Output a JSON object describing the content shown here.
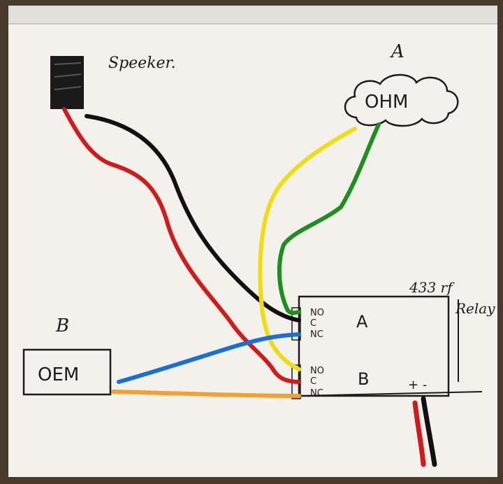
{
  "labels": {
    "speaker": "Speeker.",
    "a_top": "A",
    "ohm": "OHM",
    "b_left": "B",
    "oem": "OEM",
    "relay_title_1": "433 rf",
    "relay_title_2": "Relay",
    "relay_a": "A",
    "relay_b": "B",
    "no1": "NO",
    "c1": "C",
    "nc1": "NC",
    "no2": "NO",
    "c2": "C",
    "nc2": "NC",
    "power": "+ -"
  },
  "colors": {
    "red": "#d11a1a",
    "black": "#111111",
    "yellow": "#f2dc10",
    "green": "#1c8f1c",
    "blue": "#1a6fd6",
    "orange": "#f4a030",
    "paper": "#f3f1ec",
    "ink": "#1c1c1c"
  },
  "wires": [
    {
      "name": "red",
      "from": "speaker",
      "to": "relay-b-c"
    },
    {
      "name": "black",
      "from": "speaker",
      "to": "relay-a-c"
    },
    {
      "name": "yellow",
      "from": "ohm",
      "to": "relay-b-no"
    },
    {
      "name": "green",
      "from": "ohm",
      "to": "relay-a-no"
    },
    {
      "name": "blue",
      "from": "oem",
      "to": "relay-a-nc"
    },
    {
      "name": "orange",
      "from": "oem",
      "to": "relay-b-nc"
    }
  ]
}
